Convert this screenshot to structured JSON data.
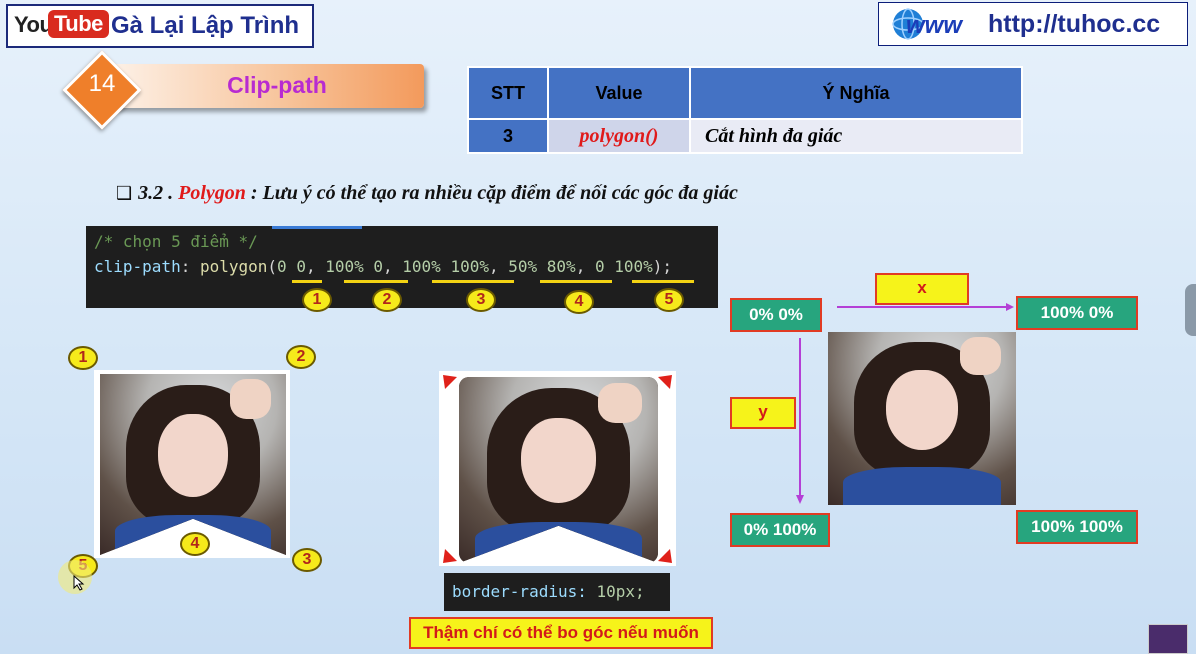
{
  "header": {
    "youtube_logo": {
      "you": "You",
      "tube": "Tube"
    },
    "channel_name": "Gà Lại Lập Trình",
    "site_logo_icon": "www-globe-icon",
    "site_url": "http://tuhoc.cc"
  },
  "section": {
    "number": "14",
    "title": "Clip-path"
  },
  "table": {
    "headers": [
      "STT",
      "Value",
      "Ý Nghĩa"
    ],
    "row": {
      "stt": "3",
      "value": "polygon()",
      "meaning": "Cắt hình đa giác"
    }
  },
  "subtitle": {
    "number": "3.2 .",
    "keyword": "Polygon",
    "text": ": Lưu ý có thể tạo ra nhiều cặp điểm để nối các góc đa giác"
  },
  "code": {
    "comment": "/* chọn 5 điểm */",
    "property": "clip-path",
    "function": "polygon",
    "points": [
      "0 0",
      "100% 0",
      "100% 100%",
      "50% 80%",
      "0 100%"
    ],
    "point_badges": [
      "1",
      "2",
      "3",
      "4",
      "5"
    ]
  },
  "example_left": {
    "corner_badges": [
      "1",
      "2",
      "3",
      "4",
      "5"
    ]
  },
  "example_right": {
    "css_prop": "border-radius:",
    "css_value": "10px;",
    "note": "Thậm chí có thể bo góc nếu muốn"
  },
  "diagram": {
    "x_label": "x",
    "y_label": "y",
    "top_left": "0% 0%",
    "top_right": "100% 0%",
    "bottom_left": "0% 100%",
    "bottom_right": "100% 100%",
    "accent_color": "#27a57e",
    "arrow_color": "#b43fd6"
  }
}
